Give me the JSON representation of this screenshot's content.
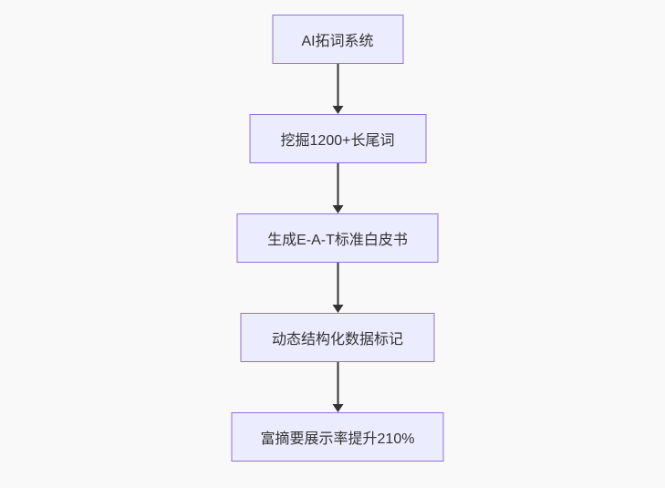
{
  "diagram": {
    "type": "flowchart",
    "direction": "top-down",
    "nodes": [
      {
        "id": "n1",
        "label": "AI拓词系统"
      },
      {
        "id": "n2",
        "label": "挖掘1200+长尾词"
      },
      {
        "id": "n3",
        "label": "生成E-A-T标准白皮书"
      },
      {
        "id": "n4",
        "label": "动态结构化数据标记"
      },
      {
        "id": "n5",
        "label": "富摘要展示率提升210%"
      }
    ],
    "edges": [
      {
        "from": "n1",
        "to": "n2"
      },
      {
        "from": "n2",
        "to": "n3"
      },
      {
        "from": "n3",
        "to": "n4"
      },
      {
        "from": "n4",
        "to": "n5"
      }
    ],
    "colors": {
      "node_fill": "#ececff",
      "node_border": "#9370db",
      "arrow": "#333333",
      "text": "#333333",
      "background": "#f9f9f9"
    }
  }
}
